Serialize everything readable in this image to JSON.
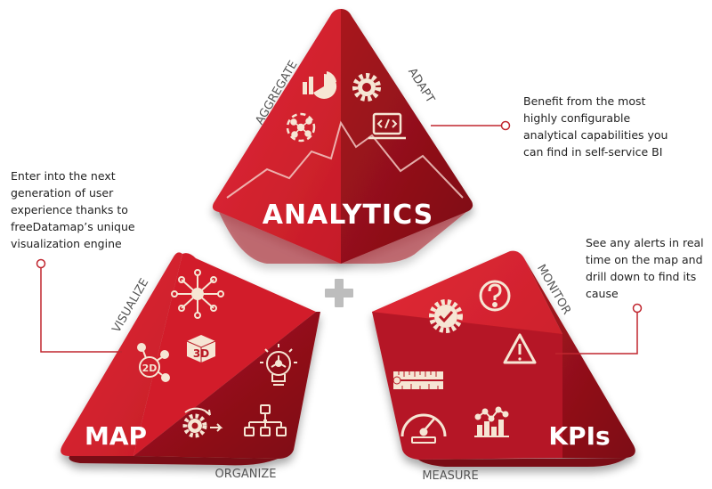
{
  "analytics": {
    "title": "ANALYTICS",
    "left_edge_label": "AGGREGATE",
    "right_edge_label": "ADAPT",
    "icons": [
      "chart-mix-icon",
      "gear-icon",
      "dashed-network-icon",
      "code-laptop-icon"
    ],
    "note_lines": [
      "Benefit from the most",
      "highly configurable",
      "analytical capabilities you",
      "can find in self-service BI"
    ]
  },
  "map": {
    "title": "MAP",
    "left_edge_label": "VISUALIZE",
    "bottom_label": "ORGANIZE",
    "icons": [
      "network-hub-icon",
      "graph-2d-icon",
      "cube-3d-icon",
      "lightbulb-icon",
      "gear-arrow-icon",
      "hierarchy-icon"
    ],
    "note_lines": [
      "Enter into the next",
      "generation of user",
      "experience thanks to",
      "freeDatamap’s unique",
      "visualization engine"
    ]
  },
  "kpis": {
    "title": "KPIs",
    "right_edge_label": "MONITOR",
    "bottom_label": "MEASURE",
    "icons": [
      "check-badge-icon",
      "question-icon",
      "warning-icon",
      "ruler-icon",
      "gauge-icon",
      "bar-line-chart-icon"
    ],
    "note_lines": [
      "See any alerts in real",
      "time on the map and",
      "drill down to find its",
      "cause"
    ]
  },
  "center_symbol": "plus",
  "colors": {
    "light_red": "#d61f2c",
    "mid_red": "#b81a25",
    "dark_red": "#8d1019",
    "icon_fill": "#f6e6d4",
    "connector": "#c0262f",
    "plus": "#bdbdbd",
    "label_gray": "#555555"
  }
}
